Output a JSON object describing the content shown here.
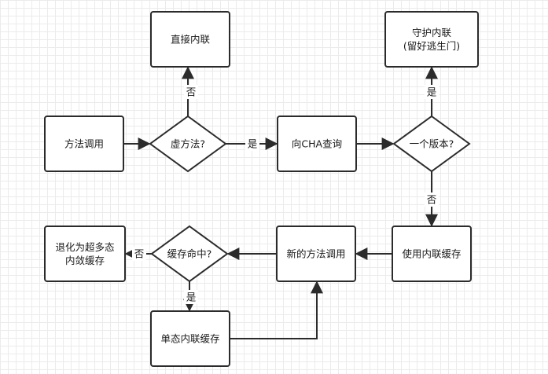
{
  "nodes": {
    "method_call": {
      "lines": [
        "方法调用"
      ]
    },
    "virtual_method": {
      "lines": [
        "虚方法?"
      ]
    },
    "direct_inline": {
      "lines": [
        "直接内联"
      ]
    },
    "query_cha": {
      "lines": [
        "向CHA查询"
      ]
    },
    "one_version": {
      "lines": [
        "一个版本?"
      ]
    },
    "guarded_inline": {
      "lines": [
        "守护内联",
        "(留好逃生门)"
      ]
    },
    "use_inline_cache": {
      "lines": [
        "使用内联缓存"
      ]
    },
    "new_method_call": {
      "lines": [
        "新的方法调用"
      ]
    },
    "cache_hit": {
      "lines": [
        "缓存命中?"
      ]
    },
    "megamorphic": {
      "lines": [
        "退化为超多态",
        "内敛缓存"
      ]
    },
    "monomorphic": {
      "lines": [
        "单态内联缓存"
      ]
    }
  },
  "edges": {
    "call_to_virtual": {
      "label": ""
    },
    "virtual_to_direct": {
      "label": "否"
    },
    "virtual_to_cha": {
      "label": "是"
    },
    "cha_to_version": {
      "label": ""
    },
    "version_to_guarded": {
      "label": "是"
    },
    "version_to_cache": {
      "label": "否"
    },
    "cache_to_newcall": {
      "label": ""
    },
    "newcall_to_hit": {
      "label": ""
    },
    "hit_to_mega": {
      "label": "否"
    },
    "hit_to_mono": {
      "label": "是"
    },
    "mono_to_newcall": {
      "label": ""
    }
  }
}
